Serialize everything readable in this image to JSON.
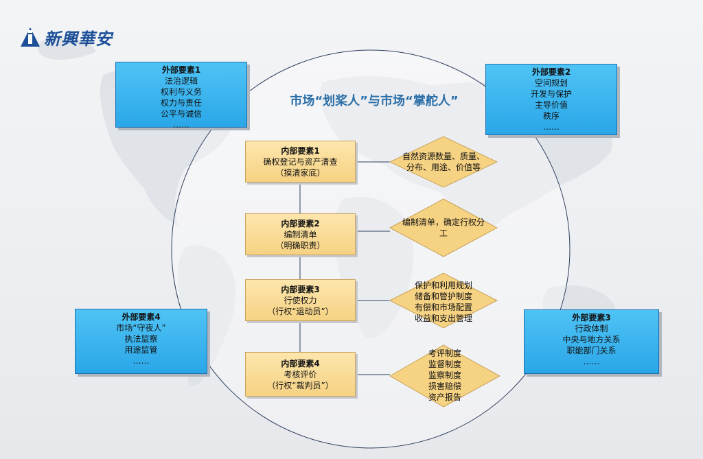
{
  "logo": {
    "text": "新興華安",
    "mark_color": "#1d4f99"
  },
  "title": "市场“划桨人”与市场“掌舵人”",
  "colors": {
    "external_fill": "#2aa6e8",
    "internal_fill": "#f6d283",
    "title": "#2a6ea8",
    "connector": "#1f3c66"
  },
  "external_factors": [
    {
      "head": "外部要素1",
      "lines": [
        "法治逻辑",
        "权利与义务",
        "权力与责任",
        "公平与诚信",
        "……"
      ]
    },
    {
      "head": "外部要素2",
      "lines": [
        "空间规划",
        "开发与保护",
        "主导价值",
        "秩序",
        "……"
      ]
    },
    {
      "head": "外部要素4",
      "lines": [
        "市场“守夜人”",
        "执法监察",
        "用途监管",
        "……"
      ]
    },
    {
      "head": "外部要素3",
      "lines": [
        "行政体制",
        "中央与地方关系",
        "职能部门关系",
        "……"
      ]
    }
  ],
  "internal_factors": [
    {
      "head": "内部要素1",
      "lines": [
        "确权登记与资产清查",
        "（摸清家底）"
      ]
    },
    {
      "head": "内部要素2",
      "lines": [
        "编制清单",
        "（明确职责）"
      ]
    },
    {
      "head": "内部要素3",
      "lines": [
        "行使权力",
        "（行权“运动员”）"
      ]
    },
    {
      "head": "内部要素4",
      "lines": [
        "考核评价",
        "（行权“裁判员”）"
      ]
    }
  ],
  "diamonds": [
    {
      "lines": [
        "自然资源数量、质量、",
        "分布、用途、价值等"
      ]
    },
    {
      "lines": [
        "编制清单，确定行权分",
        "工"
      ]
    },
    {
      "lines": [
        "保护和利用规划",
        "储备和管护制度",
        "有偿和市场配置",
        "收益和支出管理"
      ]
    },
    {
      "lines": [
        "考评制度",
        "监督制度",
        "监察制度",
        "损害赔偿",
        "资产报告"
      ]
    }
  ]
}
